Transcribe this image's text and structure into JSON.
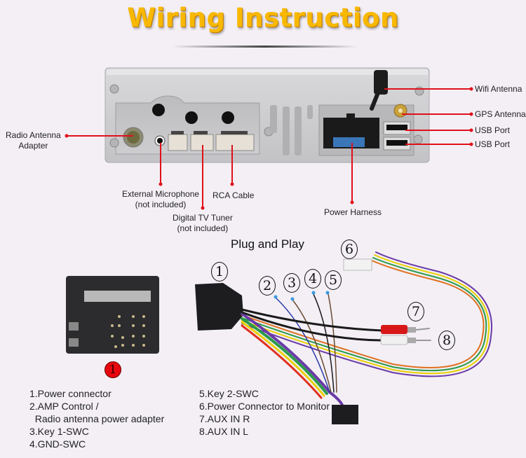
{
  "title": "Wiring Instruction",
  "rear_panel": {
    "callouts": {
      "radio_antenna": [
        "Radio Antenna",
        "Adapter"
      ],
      "external_microphone": [
        "External Microphone",
        "(not included)"
      ],
      "digital_tv_tuner": [
        "Digital TV Tuner",
        "(not included)"
      ],
      "rca_cable": "RCA Cable",
      "power_harness": "Power Harness",
      "wifi_antenna": "Wifi Antenna",
      "gps_antenna": "GPS Antenna",
      "usb_port_1": "USB Port",
      "usb_port_2": "USB Port"
    }
  },
  "plug_and_play": {
    "heading": "Plug and Play",
    "connector_badge": "1",
    "numbers": [
      "1",
      "2",
      "3",
      "4",
      "5",
      "6",
      "7",
      "8"
    ]
  },
  "legend": {
    "left": [
      "1.Power connector",
      "2.AMP Control /",
      "  Radio antenna power adapter",
      "3.Key 1-SWC",
      "4.GND-SWC"
    ],
    "right": [
      "5.Key 2-SWC",
      "6.Power Connector to Monitor",
      "7.AUX IN R",
      "8.AUX IN L"
    ]
  },
  "colors": {
    "title": "#f8b800",
    "leader": "#e0101a",
    "background": "#f3eff5"
  }
}
